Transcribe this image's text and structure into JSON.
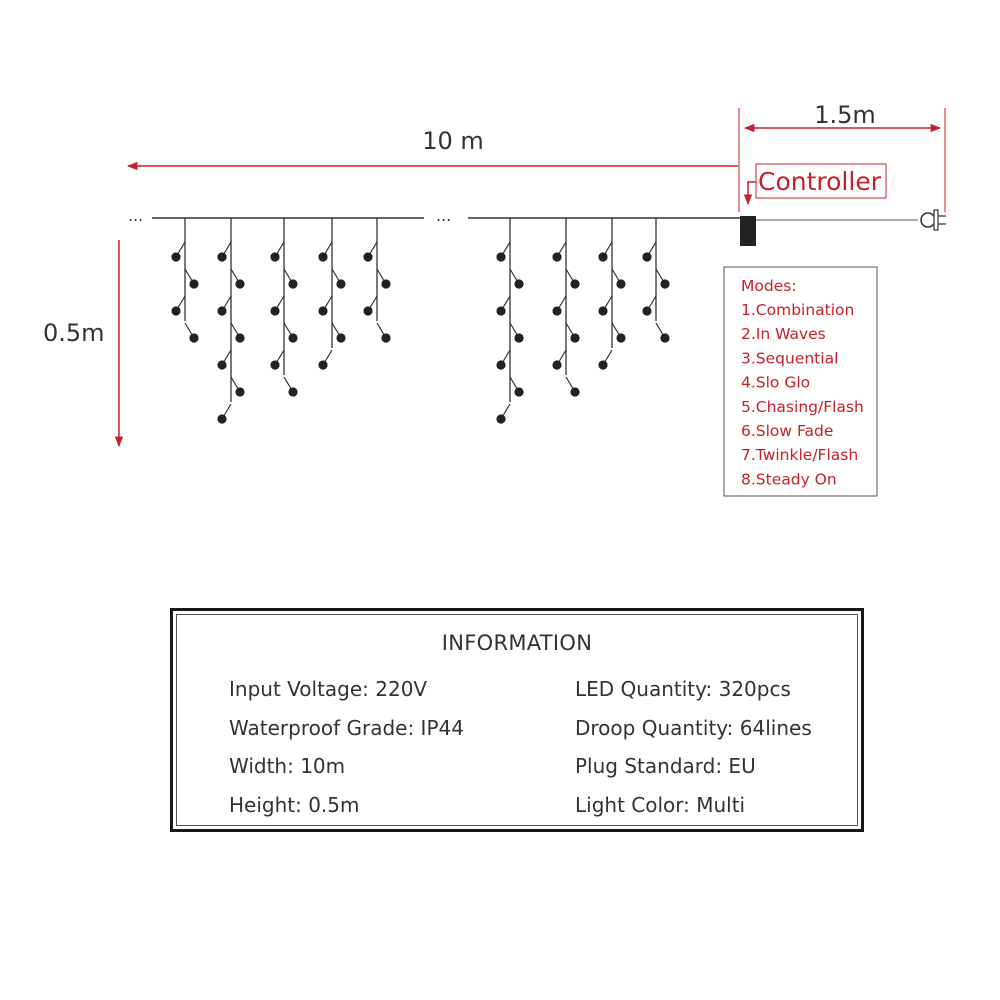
{
  "diagram": {
    "length_label": "10 m",
    "lead_label": "1.5m",
    "height_label": "0.5m",
    "controller_label": "Controller",
    "ellipsis": "...",
    "modes_title": "Modes:",
    "modes": [
      "1.Combination",
      "2.In Waves",
      "3.Sequential",
      "4.Slo Glo",
      "5.Chasing/Flash",
      "6.Slow Fade",
      "7.Twinkle/Flash",
      "8.Steady On"
    ],
    "colors": {
      "accent": "#c8202a",
      "line": "#333333",
      "bulb": "#222222"
    },
    "icons": [
      "eu-plug-icon",
      "controller-box-icon",
      "led-bulb-icon"
    ]
  },
  "info": {
    "title": "INFORMATION",
    "left": [
      "Input Voltage: 220V",
      "Waterproof Grade: IP44",
      "Width: 10m",
      "Height: 0.5m"
    ],
    "right": [
      "LED Quantity: 320pcs",
      "Droop Quantity: 64lines",
      "Plug Standard: EU",
      "Light Color: Multi"
    ]
  }
}
